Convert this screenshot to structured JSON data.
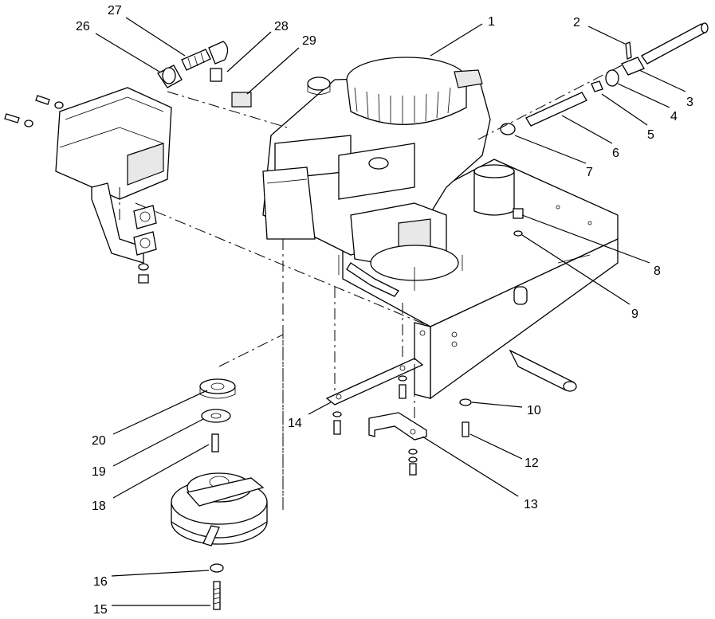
{
  "callouts": [
    {
      "id": "1",
      "text": "1"
    },
    {
      "id": "2",
      "text": "2"
    },
    {
      "id": "3",
      "text": "3"
    },
    {
      "id": "4",
      "text": "4"
    },
    {
      "id": "5",
      "text": "5"
    },
    {
      "id": "6",
      "text": "6"
    },
    {
      "id": "7",
      "text": "7"
    },
    {
      "id": "8",
      "text": "8"
    },
    {
      "id": "9",
      "text": "9"
    },
    {
      "id": "10",
      "text": "10"
    },
    {
      "id": "12",
      "text": "12"
    },
    {
      "id": "13",
      "text": "13"
    },
    {
      "id": "14",
      "text": "14"
    },
    {
      "id": "15",
      "text": "15"
    },
    {
      "id": "16",
      "text": "16"
    },
    {
      "id": "18",
      "text": "18"
    },
    {
      "id": "19",
      "text": "19"
    },
    {
      "id": "20",
      "text": "20"
    },
    {
      "id": "26",
      "text": "26"
    },
    {
      "id": "27",
      "text": "27"
    },
    {
      "id": "28",
      "text": "28"
    },
    {
      "id": "29",
      "text": "29"
    }
  ]
}
